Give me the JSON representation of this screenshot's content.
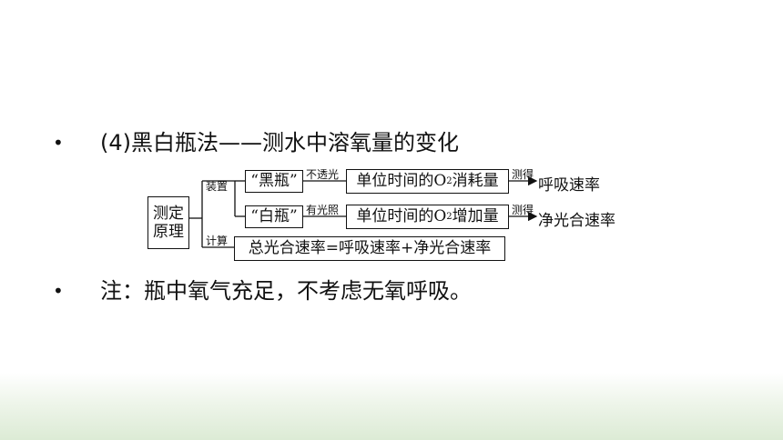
{
  "slide": {
    "line1": {
      "bullet": "•",
      "text": "(4)黑白瓶法——测水中溶氧量的变化"
    },
    "line2": {
      "bullet": "•",
      "text": "注：瓶中氧气充足，不考虑无氧呼吸。"
    }
  },
  "diagram": {
    "root": {
      "line1": "测定",
      "line2": "原理"
    },
    "label_device": "装置",
    "label_calc": "计算",
    "black_bottle": "“黑瓶”",
    "white_bottle": "“白瓶”",
    "cond_black": "不透光",
    "cond_white": "有光照",
    "black_measure": {
      "pre": "单位时间的O",
      "sub": "2",
      "post": "消耗量"
    },
    "white_measure": {
      "pre": "单位时间的O",
      "sub": "2",
      "post": "增加量"
    },
    "arrow_label_1": "测得",
    "arrow_label_2": "测得",
    "result_black": "呼吸速率",
    "result_white": "净光合速率",
    "formula": "总光合速率=呼吸速率+净光合速率"
  },
  "colors": {
    "background": "#ffffff",
    "text": "#111111",
    "footer_band": "#dcebd5"
  }
}
